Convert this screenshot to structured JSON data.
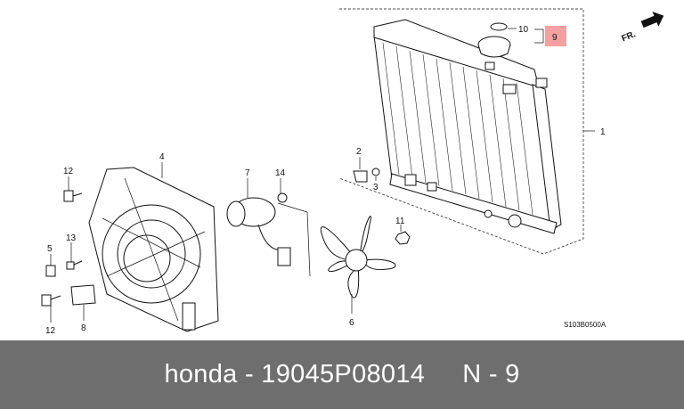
{
  "diagram": {
    "direction_label": "FR.",
    "code": "S103B0500A",
    "callouts": [
      {
        "id": "c1",
        "label": "1"
      },
      {
        "id": "c2",
        "label": "2"
      },
      {
        "id": "c3",
        "label": "3"
      },
      {
        "id": "c4",
        "label": "4"
      },
      {
        "id": "c5",
        "label": "5"
      },
      {
        "id": "c6",
        "label": "6"
      },
      {
        "id": "c7",
        "label": "7"
      },
      {
        "id": "c8",
        "label": "8"
      },
      {
        "id": "c9",
        "label": "9"
      },
      {
        "id": "c10",
        "label": "10"
      },
      {
        "id": "c11",
        "label": "11"
      },
      {
        "id": "c12a",
        "label": "12"
      },
      {
        "id": "c12b",
        "label": "12"
      },
      {
        "id": "c13",
        "label": "13"
      },
      {
        "id": "c14",
        "label": "14"
      }
    ],
    "highlight_color": "#f4a0a0"
  },
  "footer": {
    "brand": "honda",
    "separator": "-",
    "part_number": "19045P08014",
    "ref": "N - 9"
  }
}
